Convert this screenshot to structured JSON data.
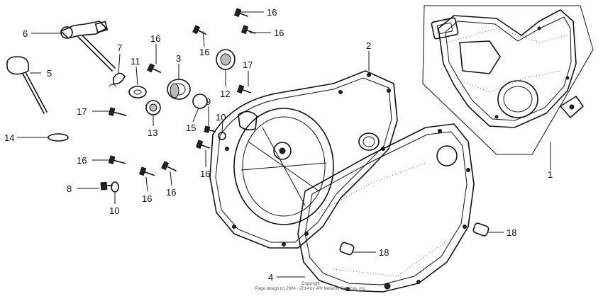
{
  "callouts": [
    {
      "id": "c6",
      "label": "6"
    },
    {
      "id": "c5",
      "label": "5"
    },
    {
      "id": "c14",
      "label": "14"
    },
    {
      "id": "c7",
      "label": "7"
    },
    {
      "id": "c11",
      "label": "11"
    },
    {
      "id": "c16a",
      "label": "16"
    },
    {
      "id": "c3",
      "label": "3"
    },
    {
      "id": "c16b",
      "label": "16"
    },
    {
      "id": "c16c",
      "label": "16"
    },
    {
      "id": "c16d",
      "label": "16"
    },
    {
      "id": "c2",
      "label": "2"
    },
    {
      "id": "c12",
      "label": "12"
    },
    {
      "id": "c17a",
      "label": "17"
    },
    {
      "id": "c17b",
      "label": "17"
    },
    {
      "id": "c9",
      "label": "9"
    },
    {
      "id": "c15",
      "label": "15"
    },
    {
      "id": "c13",
      "label": "13"
    },
    {
      "id": "c10a",
      "label": "10"
    },
    {
      "id": "c16e",
      "label": "16"
    },
    {
      "id": "c16f",
      "label": "16"
    },
    {
      "id": "c16g",
      "label": "16"
    },
    {
      "id": "c16h",
      "label": "16"
    },
    {
      "id": "c8",
      "label": "8"
    },
    {
      "id": "c10b",
      "label": "10"
    },
    {
      "id": "c1",
      "label": "1"
    },
    {
      "id": "c18a",
      "label": "18"
    },
    {
      "id": "c18b",
      "label": "18"
    },
    {
      "id": "c4",
      "label": "4"
    }
  ],
  "copyright": {
    "line1": "Copyright",
    "line2": "Page design (c) 2004 - 2014 by ARI Network Services, Inc."
  }
}
